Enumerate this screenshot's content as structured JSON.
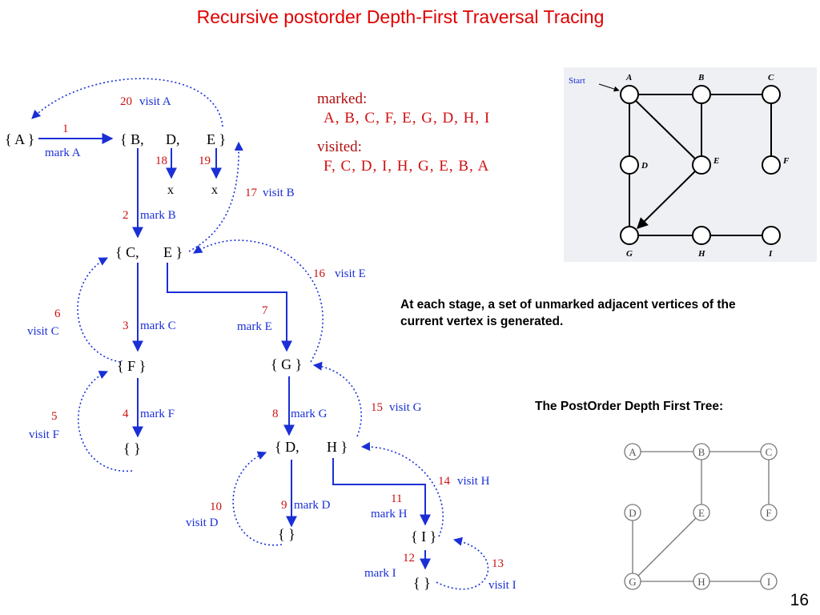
{
  "title": "Recursive postorder Depth-First Traversal Tracing",
  "legend": {
    "marked_label": "marked:",
    "marked_values": "A, B, C, F, E, G, D, H, I",
    "visited_label": "visited:",
    "visited_values": "F, C, D, I, H, G, E, B, A"
  },
  "note": "At each stage, a set of unmarked adjacent vertices of the current vertex is generated.",
  "tree_caption": "The PostOrder Depth First Tree:",
  "page_number": "16",
  "trace": {
    "sets": {
      "a": "{ A }",
      "b": "{ B,",
      "d": "D,",
      "e1": "E }",
      "c": "{ C,",
      "e2": "E }",
      "f": "{ F }",
      "empty_f": "{  }",
      "g": "{ G }",
      "d2": "{ D,",
      "h": "H }",
      "empty_d": "{  }",
      "i": "{ I }",
      "empty_i": "{  }",
      "x18": "x",
      "x19": "x"
    },
    "steps": [
      {
        "n": "1",
        "label": "mark A"
      },
      {
        "n": "2",
        "label": "mark B"
      },
      {
        "n": "3",
        "label": "mark C"
      },
      {
        "n": "4",
        "label": "mark F"
      },
      {
        "n": "5",
        "label": "visit F"
      },
      {
        "n": "6",
        "label": "visit C"
      },
      {
        "n": "7",
        "label": "mark E"
      },
      {
        "n": "8",
        "label": "mark G"
      },
      {
        "n": "9",
        "label": "mark D"
      },
      {
        "n": "10",
        "label": "visit D"
      },
      {
        "n": "11",
        "label": "mark H"
      },
      {
        "n": "12",
        "label": "mark I"
      },
      {
        "n": "13",
        "label": "visit I"
      },
      {
        "n": "14",
        "label": "visit H"
      },
      {
        "n": "15",
        "label": "visit G"
      },
      {
        "n": "16",
        "label": "visit E"
      },
      {
        "n": "17",
        "label": "visit B"
      },
      {
        "n": "18",
        "label": ""
      },
      {
        "n": "19",
        "label": ""
      },
      {
        "n": "20",
        "label": "visit A"
      }
    ]
  },
  "graph": {
    "start_label": "Start",
    "nodes": [
      "A",
      "B",
      "C",
      "D",
      "E",
      "F",
      "G",
      "H",
      "I"
    ],
    "edges": [
      [
        "A",
        "B"
      ],
      [
        "B",
        "C"
      ],
      [
        "A",
        "D"
      ],
      [
        "A",
        "E"
      ],
      [
        "B",
        "E"
      ],
      [
        "C",
        "F"
      ],
      [
        "D",
        "G"
      ],
      [
        "E",
        "G"
      ],
      [
        "G",
        "H"
      ],
      [
        "H",
        "I"
      ]
    ],
    "directed_edges": [
      [
        "E",
        "G"
      ]
    ]
  },
  "tree": {
    "nodes": [
      "A",
      "B",
      "C",
      "D",
      "E",
      "F",
      "G",
      "H",
      "I"
    ],
    "edges": [
      [
        "A",
        "B"
      ],
      [
        "B",
        "C"
      ],
      [
        "B",
        "E"
      ],
      [
        "C",
        "F"
      ],
      [
        "D",
        "G"
      ],
      [
        "E",
        "G"
      ],
      [
        "G",
        "H"
      ],
      [
        "H",
        "I"
      ]
    ]
  },
  "colors": {
    "title": "#e00000",
    "trace_blue": "#1a2fd6",
    "step_red": "#cc1010",
    "legend_red": "#d01010"
  }
}
